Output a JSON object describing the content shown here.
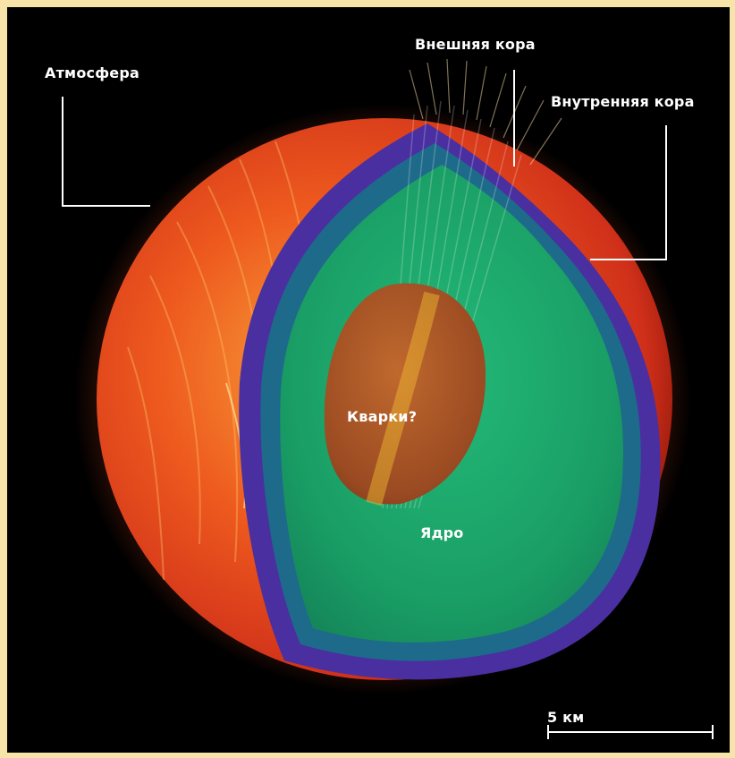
{
  "labels": {
    "atmosphere": "Атмосфера",
    "outer_crust": "Внешняя кора",
    "inner_crust": "Внутренняя кора",
    "quarks": "Кварки?",
    "core": "Ядро"
  },
  "scale_bar": {
    "label": "5 км"
  },
  "colors": {
    "frame": "#f7e4a8",
    "background": "#000000",
    "atmosphere": "#e8401c",
    "outer_crust": "#4a2fa0",
    "inner_crust": "#1e6a8a",
    "core": "#1fa067",
    "quark_core": "#a8502a"
  }
}
